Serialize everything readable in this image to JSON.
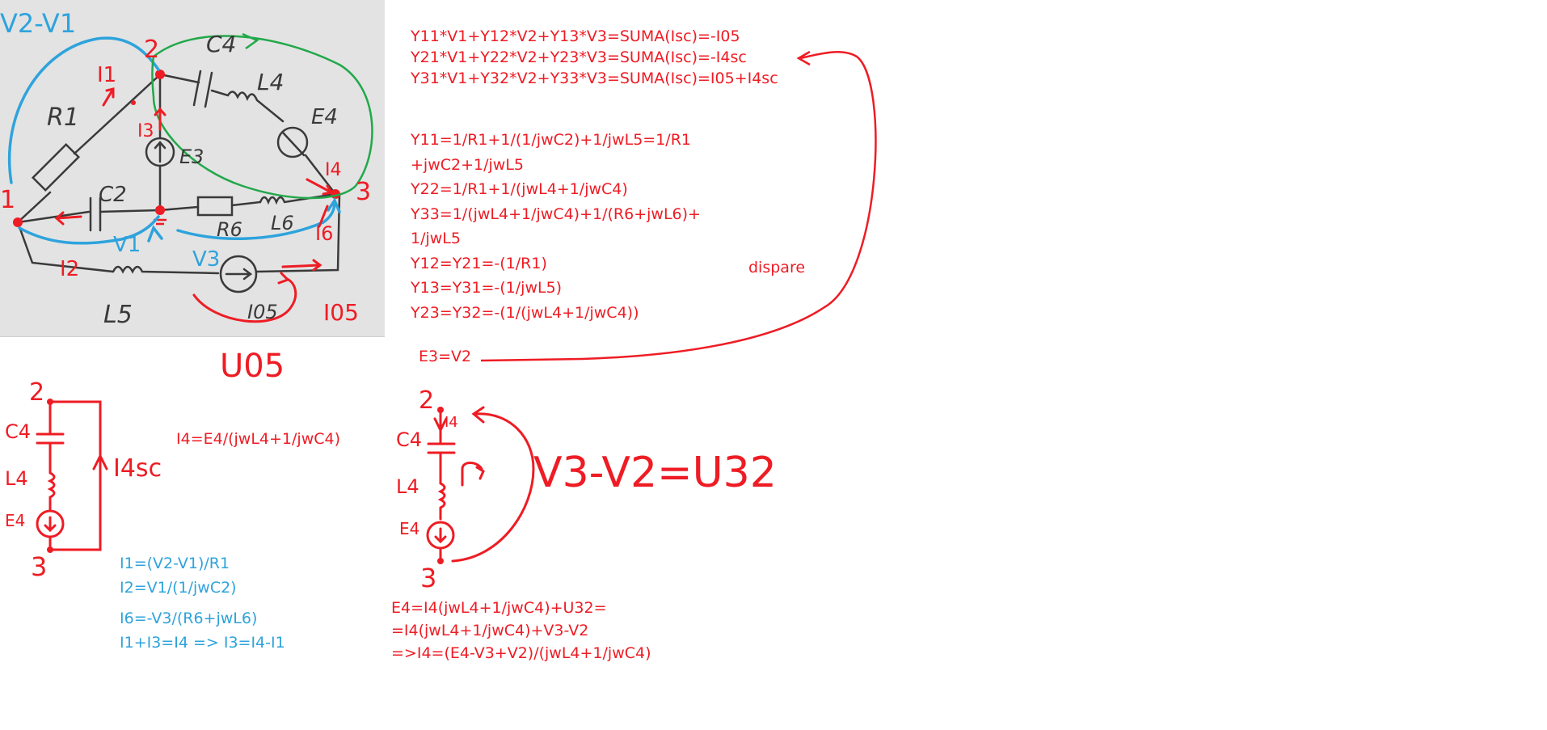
{
  "photo_labels": {
    "v2_minus_v1": "V2-V1",
    "node1": "1",
    "node2": "2",
    "node3": "3",
    "r1": "R1",
    "c2": "C2",
    "e3": "E3",
    "c4": "C4",
    "l4": "L4",
    "e4": "E4",
    "r6": "R6",
    "l6": "L6",
    "l5": "L5",
    "i05": "I05",
    "i1": "I1",
    "i2": "I2",
    "i3": "I3",
    "i4": "I4",
    "i6": "I6",
    "v1": "V1",
    "v3": "V3",
    "i05_out": "I05",
    "u05": "U05"
  },
  "node_equations": [
    "Y11*V1+Y12*V2+Y13*V3=SUMA(Isc)=-I05",
    "Y21*V1+Y22*V2+Y23*V3=SUMA(Isc)=-I4sc",
    "Y31*V1+Y32*V2+Y33*V3=SUMA(Isc)=I05+I4sc"
  ],
  "admittances": [
    "Y11=1/R1+1/(1/jwC2)+1/jwL5=1/R1",
    "+jwC2+1/jwL5",
    "Y22=1/R1+1/(jwL4+1/jwC4)",
    "Y33=1/(jwL4+1/jwC4)+1/(R6+jwL6)+",
    "1/jwL5",
    "Y12=Y21=-(1/R1)",
    "Y13=Y31=-(1/jwL5)",
    "Y23=Y32=-(1/(jwL4+1/jwC4))"
  ],
  "dispare": "dispare",
  "e3_eq": "E3=V2",
  "branch_left": {
    "node_top": "2",
    "node_bottom": "3",
    "c4": "C4",
    "l4": "L4",
    "e4": "E4",
    "i4sc": "I4sc",
    "i4_eq": "I4=E4/(jwL4+1/jwC4)"
  },
  "currents": [
    "I1=(V2-V1)/R1",
    "I2=V1/(1/jwC2)",
    "I6=-V3/(R6+jwL6)",
    "I1+I3=I4 => I3=I4-I1"
  ],
  "branch_right": {
    "node_top": "2",
    "node_bottom": "3",
    "c4": "C4",
    "l4": "L4",
    "e4": "E4",
    "i4": "I4",
    "u32": "V3-V2=U32"
  },
  "derivation": [
    "E4=I4(jwL4+1/jwC4)+U32=",
    "=I4(jwL4+1/jwC4)+V3-V2",
    "=>I4=(E4-V3+V2)/(jwL4+1/jwC4)"
  ],
  "colors": {
    "red": "#ee1c24",
    "blue": "#2ea3dc",
    "green": "#22a84a",
    "ink": "#3a3a3a"
  }
}
